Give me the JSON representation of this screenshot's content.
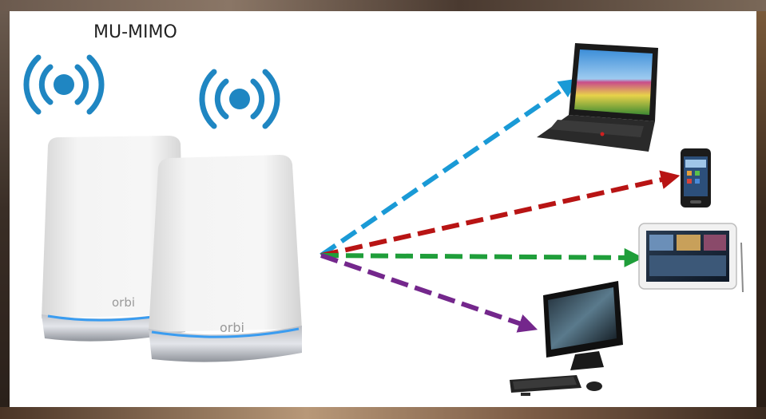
{
  "diagram": {
    "title": "MU-MIMO",
    "router_label": "orbi",
    "colors": {
      "wifi_signal": "#1f86c2",
      "laptop_arrow": "#1a9ad6",
      "phone_arrow": "#b81414",
      "tablet_arrow": "#1f9e3a",
      "desktop_arrow": "#74278c",
      "router_body": "#eeeeee",
      "router_ring": "#3a9cf0"
    },
    "devices": [
      {
        "name": "laptop",
        "icon": "laptop-icon"
      },
      {
        "name": "smartphone",
        "icon": "smartphone-icon"
      },
      {
        "name": "tablet",
        "icon": "tablet-icon"
      },
      {
        "name": "desktop",
        "icon": "desktop-computer-icon"
      }
    ]
  }
}
